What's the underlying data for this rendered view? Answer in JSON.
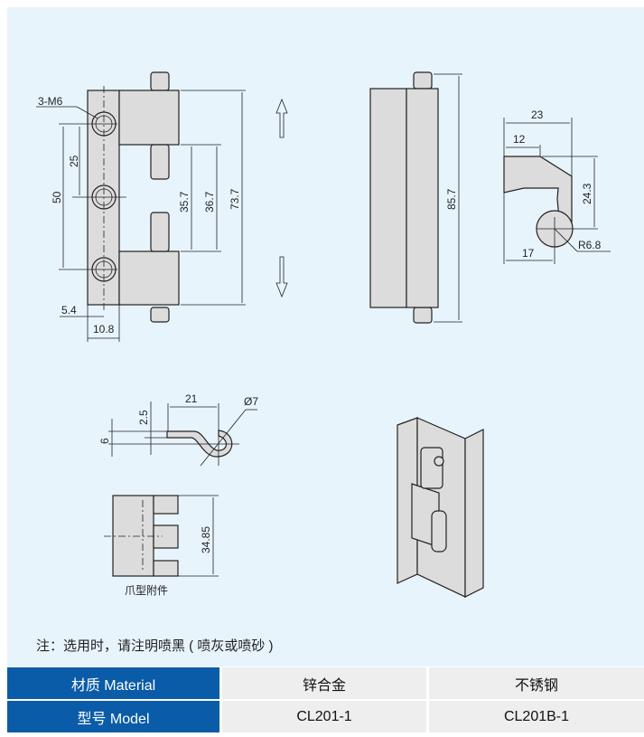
{
  "drawing": {
    "front_view": {
      "thread_label": "3-M6",
      "dim_25": "25",
      "dim_50": "50",
      "dim_35_7": "35.7",
      "dim_36_7": "36.7",
      "dim_73_7": "73.7",
      "dim_5_4": "5.4",
      "dim_10_8": "10.8"
    },
    "side_view": {
      "dim_85_7": "85.7"
    },
    "section_view": {
      "dim_23": "23",
      "dim_12": "12",
      "dim_24_3": "24.3",
      "dim_17": "17",
      "dim_r6_8": "R6.8"
    },
    "claw_accessory": {
      "dim_21": "21",
      "dim_2_5": "2.5",
      "dim_6": "6",
      "dim_d7": "Ø7",
      "dim_34_85": "34.85",
      "caption": "爪型附件"
    }
  },
  "note": "注：选用时，请注明喷黑 ( 喷灰或喷砂 )",
  "table": {
    "rows": [
      {
        "header": "材质 Material",
        "values": [
          "锌合金",
          "不锈钢"
        ]
      },
      {
        "header": "型号 Model",
        "values": [
          "CL201-1",
          "CL201B-1"
        ]
      }
    ]
  },
  "colors": {
    "panel": "#e8f4fc",
    "table_header": "#0a5ca8",
    "table_cell": "#eeeeee"
  }
}
